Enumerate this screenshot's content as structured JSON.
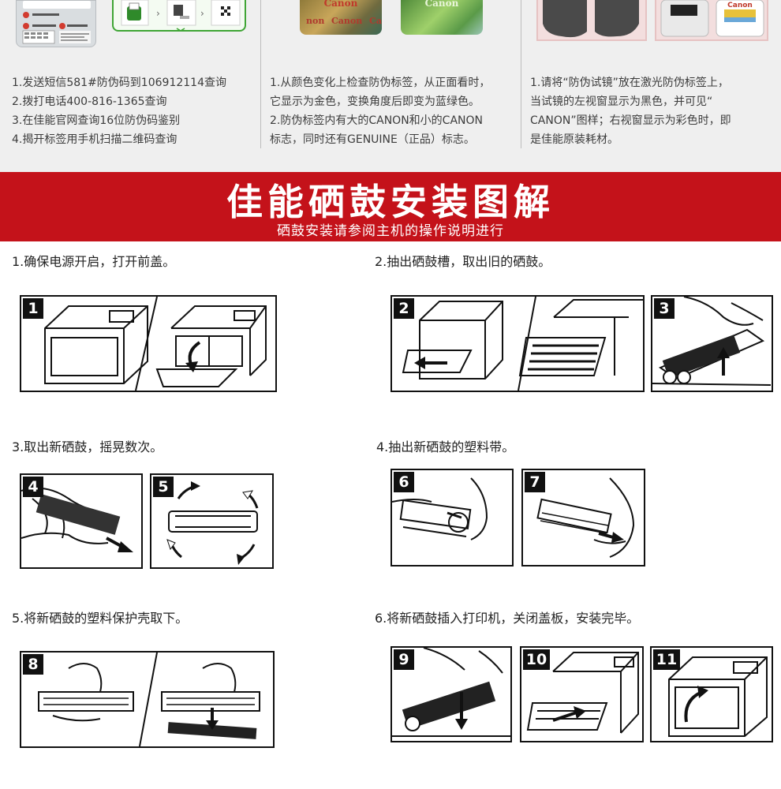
{
  "top": {
    "col1": {
      "lines": [
        "1.发送短信581#防伪码到106912114查询",
        "2.拨打电话400-816-1365查询",
        "3.在佳能官网查询16位防伪码鉴别",
        "4.揭开标签用手机扫描二维码查询"
      ]
    },
    "col2": {
      "thumb_label_1": "Canon",
      "thumb_label_2": "Canon",
      "lines": [
        "1.从颜色变化上检查防伪标签，从正面看时，",
        "它显示为金色，变换角度后即变为蓝绿色。",
        "2.防伪标签内有大的CANON和小的CANON",
        "标志，同时还有GENUINE（正品）标志。"
      ]
    },
    "col3": {
      "thumb_label": "Canon",
      "lines": [
        "1.请将“防伪试镜”放在激光防伪标签上，",
        "当试镜的左视窗显示为黑色，并可见“",
        "CANON”图样；右视窗显示为彩色时，即",
        "是佳能原装耗材。"
      ]
    }
  },
  "banner": {
    "title": "佳能硒鼓安装图解",
    "subtitle": "硒鼓安装请参阅主机的操作说明进行"
  },
  "steps": [
    {
      "text": "1.确保电源开启，打开前盖。"
    },
    {
      "text": "2.抽出硒鼓槽，取出旧的硒鼓。"
    },
    {
      "text": "3.取出新硒鼓，摇晃数次。"
    },
    {
      "text": "4.抽出新硒鼓的塑料带。"
    },
    {
      "text": "5.将新硒鼓的塑料保护壳取下。"
    },
    {
      "text": "6.将新硒鼓插入打印机，关闭盖板，安装完毕。"
    }
  ],
  "panel_numbers": [
    "1",
    "2",
    "3",
    "4",
    "5",
    "6",
    "7",
    "8",
    "9",
    "10",
    "11"
  ],
  "colors": {
    "banner_red": "#c4121a",
    "top_bg": "#efefef",
    "green_accent": "#3fa535"
  },
  "icons": {
    "arrow": "arrow-icon",
    "qr": "qr-code-icon"
  }
}
